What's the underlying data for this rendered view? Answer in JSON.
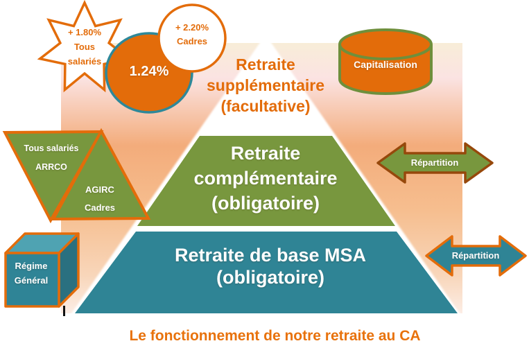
{
  "colors": {
    "orange": "#E36C0A",
    "olive_green": "#78973E",
    "teal": "#2F8495",
    "arrow_brown": "#96480B",
    "caption_orange": "#E8720C",
    "bg_gradient_top": "#F8EDD8",
    "bg_gradient_pink": "#FBE3E2",
    "bg_gradient_peach": "#F3AC7B"
  },
  "badges": {
    "star": {
      "lines": [
        "+ 1.80%",
        "Tous",
        "salariés"
      ]
    },
    "circle": {
      "lines": [
        "+ 2.20%",
        "Cadres"
      ]
    },
    "ellipse": {
      "value": "1.24%"
    }
  },
  "cylinder": {
    "label": "Capitalisation"
  },
  "pyramid": {
    "top": {
      "lines": [
        "Retraite",
        "supplémentaire",
        "(facultative)"
      ]
    },
    "middle": {
      "lines": [
        "Retraite",
        "complémentaire",
        "(obligatoire)"
      ]
    },
    "bottom": {
      "lines": [
        "Retraite de base MSA",
        "(obligatoire)"
      ]
    }
  },
  "left_shapes": {
    "inverted_triangle": {
      "lines": [
        "Tous salariés",
        "ARRCO"
      ]
    },
    "upright_triangle": {
      "lines": [
        "AGIRC",
        "Cadres"
      ]
    },
    "cube": {
      "lines": [
        "Régime",
        "Général"
      ]
    }
  },
  "arrows": {
    "green": {
      "label": "Répartition"
    },
    "teal": {
      "label": "Répartition"
    }
  },
  "caption": "Le fonctionnement de notre retraite au CA"
}
